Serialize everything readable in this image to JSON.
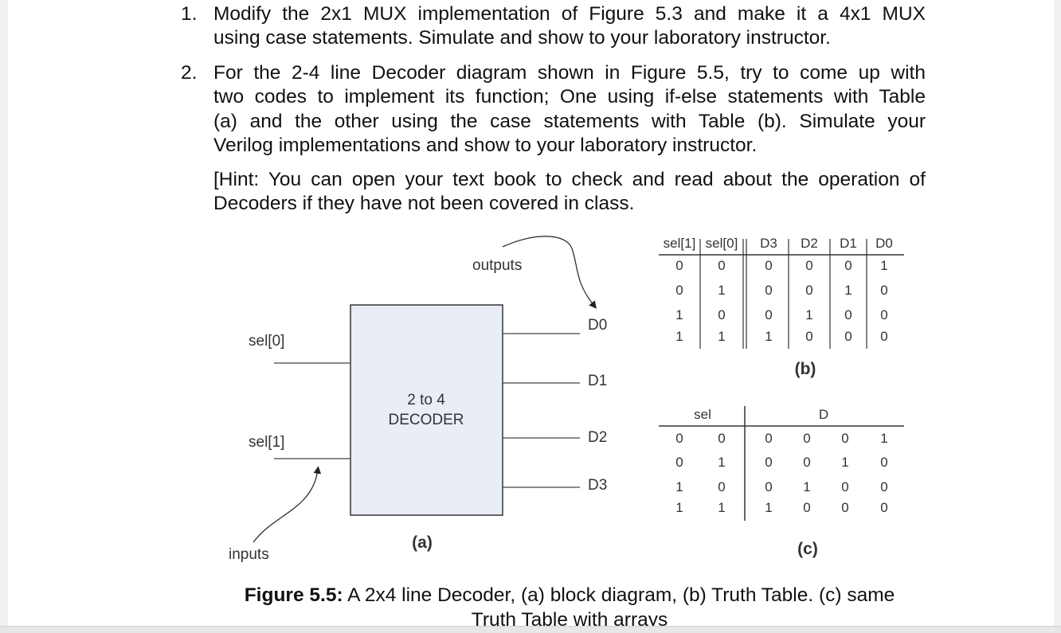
{
  "item1": {
    "number": "1.",
    "line1": "Modify the 2x1 MUX implementation of Figure 5.3 and make it a 4x1 MUX",
    "line2": "using case statements. Simulate and show to your laboratory instructor."
  },
  "item2": {
    "number": "2.",
    "line1": "For the 2-4 line Decoder diagram shown in Figure 5.5, try to come up with",
    "line2": "two codes to implement its function; One using if-else statements with Table",
    "line3": "(a) and the other using the case statements with Table (b). Simulate your",
    "line4": "Verilog implementations and show to your laboratory instructor."
  },
  "hint": {
    "line1": "[Hint: You can open your text book to check and read about the operation of",
    "line2": "Decoders if they have not been covered in class."
  },
  "diagram": {
    "outputs_label": "outputs",
    "inputs_label": "inputs",
    "block_line1": "2 to 4",
    "block_line2": "DECODER",
    "sel0": "sel[0]",
    "sel1": "sel[1]",
    "d0": "D0",
    "d1": "D1",
    "d2": "D2",
    "d3": "D3",
    "label": "(a)"
  },
  "table_b": {
    "headers": [
      "sel[1]",
      "sel[0]",
      "D3",
      "D2",
      "D1",
      "D0"
    ],
    "rows": [
      [
        "0",
        "0",
        "0",
        "0",
        "0",
        "1"
      ],
      [
        "0",
        "1",
        "0",
        "0",
        "1",
        "0"
      ],
      [
        "1",
        "0",
        "0",
        "1",
        "0",
        "0"
      ],
      [
        "1",
        "1",
        "1",
        "0",
        "0",
        "0"
      ]
    ],
    "label": "(b)"
  },
  "table_c": {
    "header_sel": "sel",
    "header_d": "D",
    "rows": [
      [
        "0",
        "0",
        "0",
        "0",
        "0",
        "1"
      ],
      [
        "0",
        "1",
        "0",
        "0",
        "1",
        "0"
      ],
      [
        "1",
        "0",
        "0",
        "1",
        "0",
        "0"
      ],
      [
        "1",
        "1",
        "1",
        "0",
        "0",
        "0"
      ]
    ],
    "label": "(c)"
  },
  "caption": {
    "bold": "Figure 5.5:",
    "rest": " A 2x4 line Decoder, (a) block diagram, (b) Truth Table. (c) same",
    "line2": "Truth Table with arrays"
  }
}
